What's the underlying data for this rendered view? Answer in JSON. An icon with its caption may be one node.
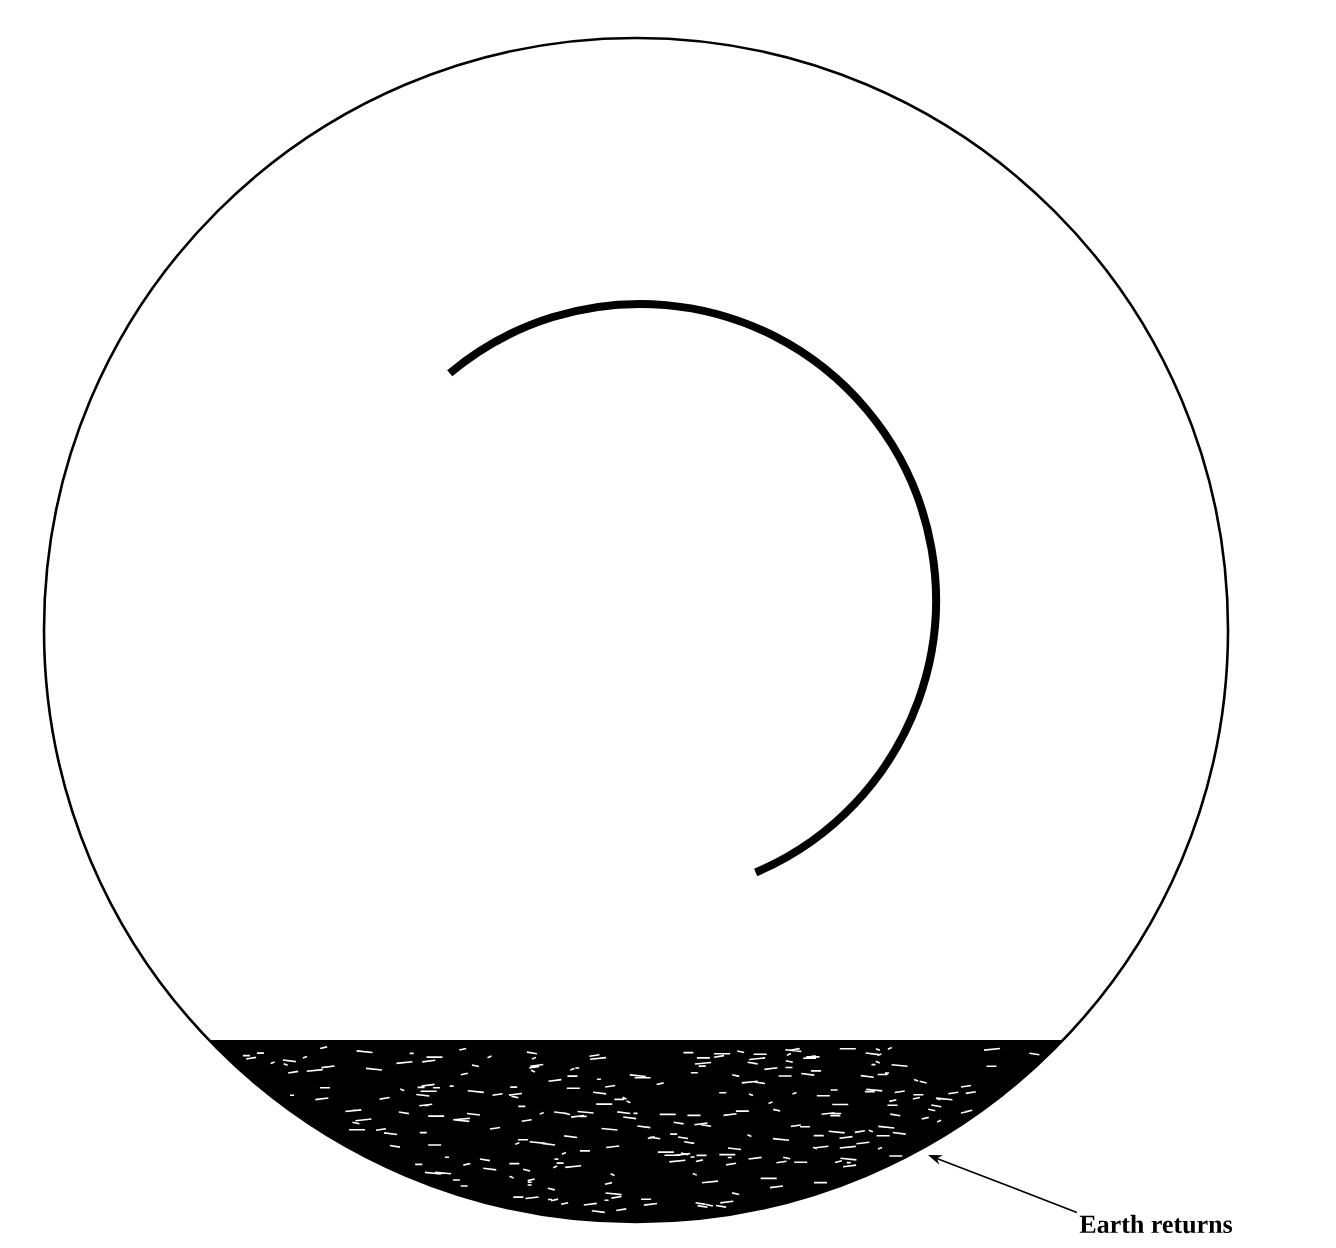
{
  "diagram": {
    "nodes": [
      {
        "text": [
          "Earth returns"
        ]
      },
      {
        "text": [],
        "shape": "picture"
      }
    ],
    "edges": [
      {
        "from": 0,
        "to": 1,
        "arrow": "to"
      }
    ]
  }
}
